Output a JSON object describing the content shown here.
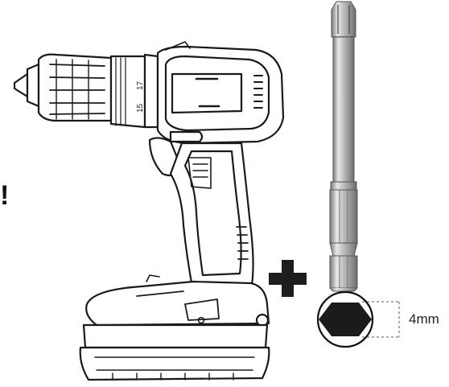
{
  "colors": {
    "line": "#1a1a1a",
    "plus": "#1e1e1e",
    "bit_light": "#dcdcdc",
    "bit_mid": "#a9a9a9",
    "bit_dark": "#6e6e6e",
    "hex_fill": "#1b1b1b"
  },
  "labels": {
    "hex_size": "4mm",
    "exclamation": "!",
    "clutch_numbers": [
      "15",
      "17"
    ]
  },
  "icons": {
    "drill": "cordless-drill-illustration",
    "plus": "plus-icon",
    "bit": "screwdriver-bit-illustration",
    "hex": "hex-shank-cross-section"
  }
}
